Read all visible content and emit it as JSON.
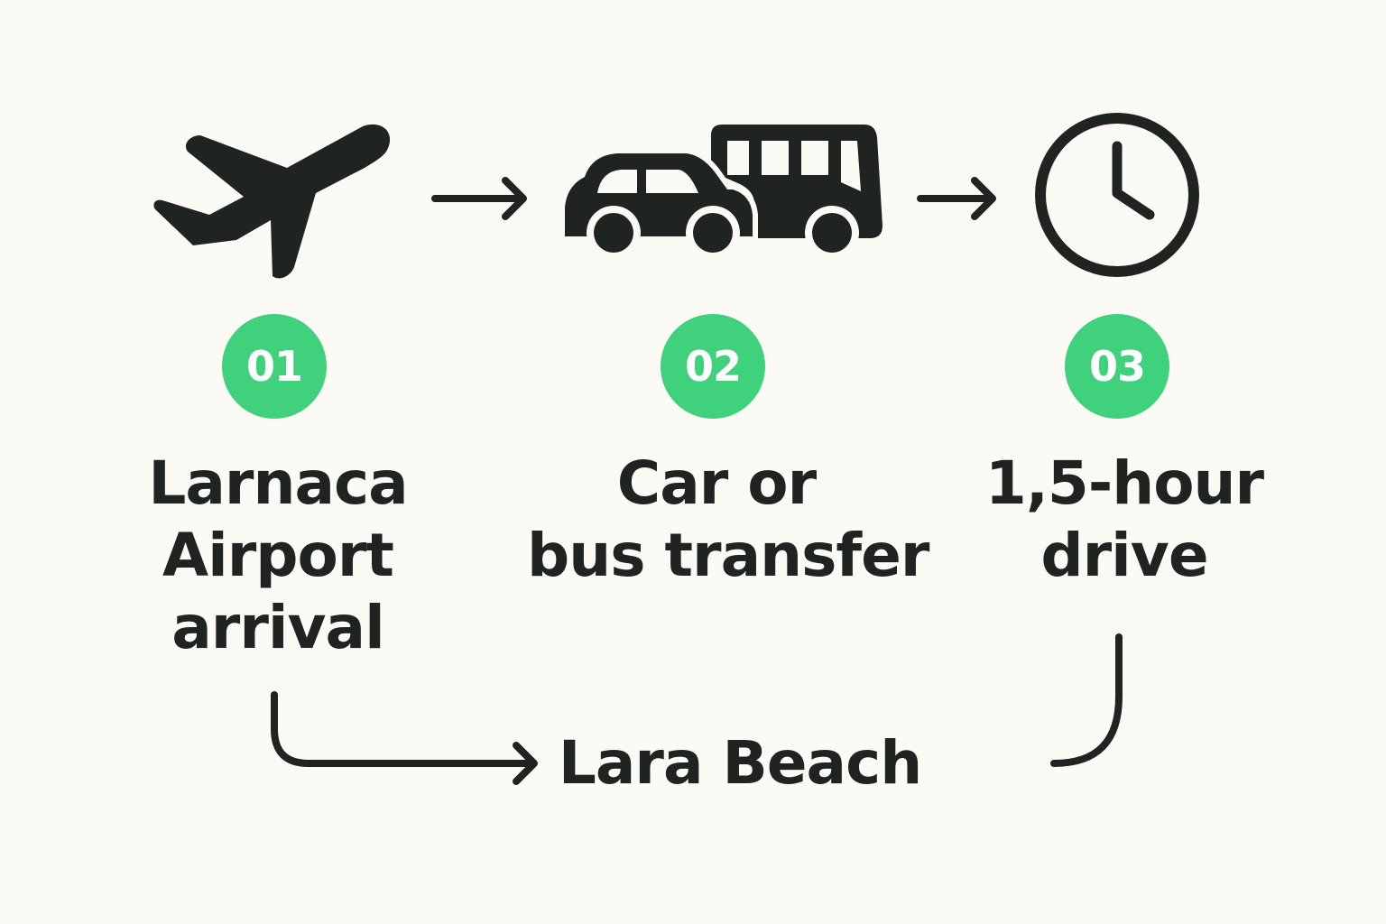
{
  "colors": {
    "background": "#fcfaf5",
    "ink": "#1f2422",
    "badge": "#3fd17c",
    "badge_text": "#ffffff"
  },
  "steps": [
    {
      "number": "01",
      "icon": "airplane-icon",
      "label_lines": [
        "Larnaca",
        "Airport",
        "arrival"
      ]
    },
    {
      "number": "02",
      "icon": "car-and-bus-icon",
      "label_lines": [
        "Car or",
        "bus transfer"
      ]
    },
    {
      "number": "03",
      "icon": "clock-icon",
      "label_lines": [
        "1,5-hour",
        "drive"
      ]
    }
  ],
  "destination": {
    "label": "Lara Beach"
  }
}
